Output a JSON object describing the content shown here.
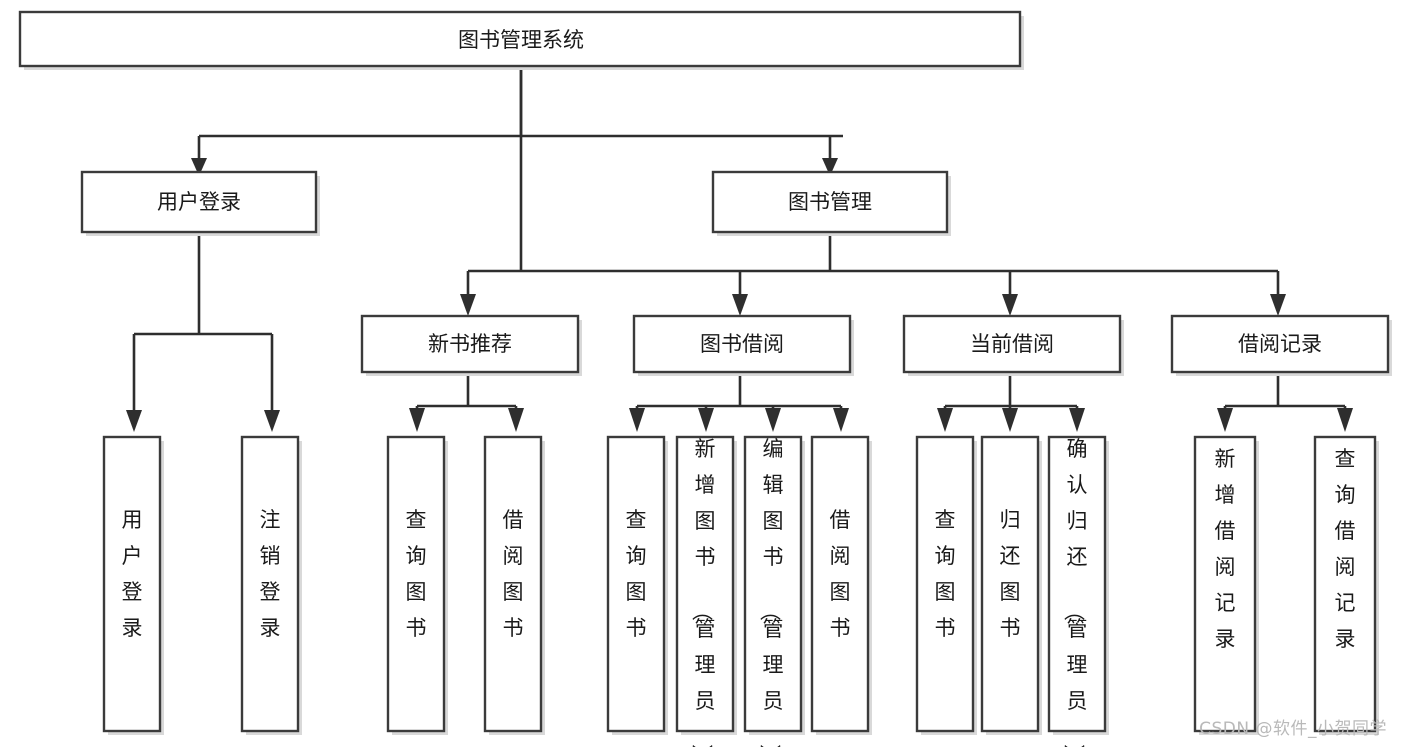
{
  "diagram": {
    "type": "tree-hierarchy",
    "title": "图书管理系统",
    "watermark": "CSDN @软件_小贺同学",
    "colors": {
      "background": "#ffffff",
      "box_fill": "#ffffff",
      "box_stroke": "#3b3b3b",
      "edge": "#2e2e2e",
      "text": "#1a1a1a",
      "watermark": "#b9b9b9"
    },
    "nodes": {
      "root": {
        "label": "图书管理系统",
        "level": 0
      },
      "level1": [
        {
          "id": "user-login",
          "label": "用户登录"
        },
        {
          "id": "book-management",
          "label": "图书管理"
        }
      ],
      "level2": [
        {
          "id": "new-book-recommend",
          "label": "新书推荐",
          "parent": "book-management"
        },
        {
          "id": "book-borrow",
          "label": "图书借阅",
          "parent": "book-management"
        },
        {
          "id": "current-borrow",
          "label": "当前借阅",
          "parent": "book-management"
        },
        {
          "id": "borrow-record",
          "label": "借阅记录",
          "parent": "book-management"
        }
      ],
      "leaves": {
        "user-login": [
          {
            "id": "leaf-user-login",
            "label": "用户登录"
          },
          {
            "id": "leaf-logout-login",
            "label": "注销登录"
          }
        ],
        "new-book-recommend": [
          {
            "id": "leaf-query-book-1",
            "label": "查询图书"
          },
          {
            "id": "leaf-borrow-book-1",
            "label": "借阅图书"
          }
        ],
        "book-borrow": [
          {
            "id": "leaf-query-book-2",
            "label": "查询图书"
          },
          {
            "id": "leaf-add-book",
            "label": "新增图书（管理员）"
          },
          {
            "id": "leaf-edit-book",
            "label": "编辑图书（管理员）"
          },
          {
            "id": "leaf-borrow-book-2",
            "label": "借阅图书"
          }
        ],
        "current-borrow": [
          {
            "id": "leaf-query-book-3",
            "label": "查询图书"
          },
          {
            "id": "leaf-return-book",
            "label": "归还图书"
          },
          {
            "id": "leaf-confirm-return",
            "label": "确认归还（管理员）"
          }
        ],
        "borrow-record": [
          {
            "id": "leaf-add-record",
            "label": "新增借阅记录"
          },
          {
            "id": "leaf-query-record",
            "label": "查询借阅记录"
          }
        ]
      }
    }
  }
}
